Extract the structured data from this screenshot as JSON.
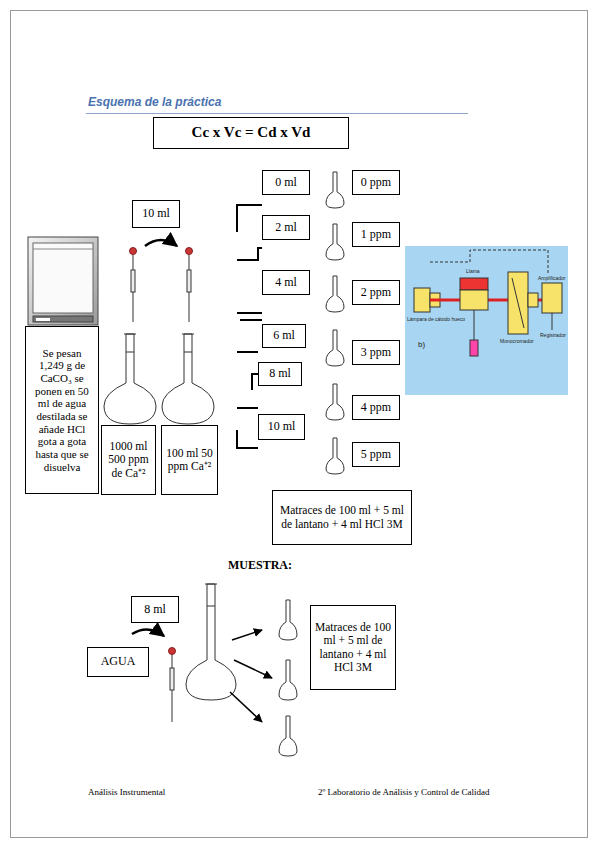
{
  "diagram": {
    "title": "Esquema de la práctica",
    "nodes": [
      {
        "text": [
          "Cc x Vc = Cd x Vd"
        ]
      },
      {
        "text": [
          "10 ml"
        ]
      },
      {
        "text": [
          "0 ml"
        ]
      },
      {
        "text": [
          "0 ppm"
        ]
      },
      {
        "text": [
          "2 ml"
        ]
      },
      {
        "text": [
          "1 ppm"
        ]
      },
      {
        "text": [
          "4 ml"
        ]
      },
      {
        "text": [
          "2 ppm"
        ]
      },
      {
        "text": [
          "6 ml"
        ]
      },
      {
        "text": [
          "3 ppm"
        ]
      },
      {
        "text": [
          "8 ml"
        ]
      },
      {
        "text": [
          "4 ppm"
        ]
      },
      {
        "text": [
          "10 ml"
        ]
      },
      {
        "text": [
          "5 ppm"
        ]
      },
      {
        "text": [
          "Se pesan 1,249 g de CaCO₃ se ponen en 50 ml de agua destilada se añade HCl gota a gota hasta que se disuelva"
        ]
      },
      {
        "text": [
          "1000 ml 500 ppm de Ca⁺²"
        ]
      },
      {
        "text": [
          "100 ml 50 ppm Ca⁺²"
        ]
      },
      {
        "text": [
          "Matraces de 100 ml + 5 ml de lantano + 4 ml HCl 3M"
        ]
      },
      {
        "text": [
          "8 ml"
        ]
      },
      {
        "text": [
          "AGUA"
        ]
      },
      {
        "text": [
          "Matraces de 100 ml + 5 ml de lantano + 4 ml HCl 3M"
        ]
      }
    ],
    "labels": [
      "MUESTRA:",
      "Análisis Instrumental",
      "2º Laboratorio de Análisis y Control de Calidad",
      "Lámpara de cátodo hueco",
      "Llama",
      "Monocromador",
      "Amplificador",
      "Registrador",
      "b)"
    ]
  }
}
